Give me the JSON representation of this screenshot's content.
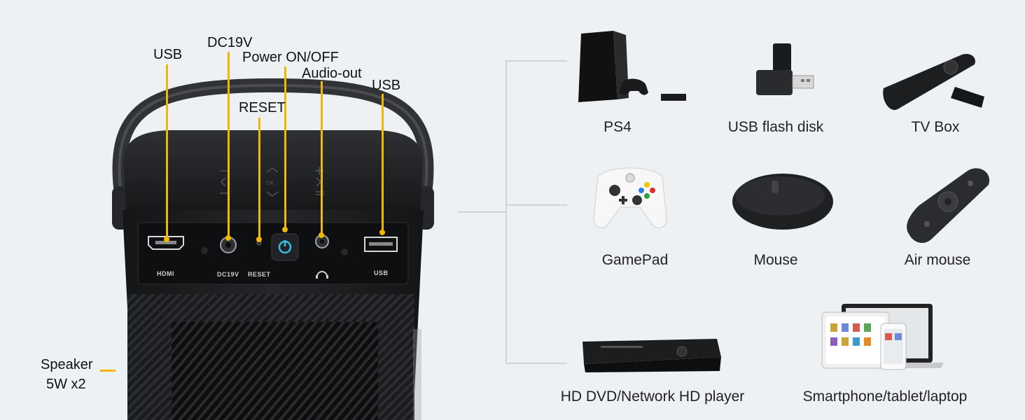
{
  "port_labels": {
    "usb_left": "USB",
    "dc19v": "DC19V",
    "power": "Power ON/OFF",
    "reset": "RESET",
    "audio_out": "Audio-out",
    "usb_right": "USB",
    "speaker_line1": "Speaker",
    "speaker_line2": "5W x2"
  },
  "panel_labels": {
    "hdmi": "HDMI",
    "dc19v": "DC19V",
    "reset": "RESET",
    "usb": "USB",
    "ok": "OK"
  },
  "devices": [
    {
      "label": "PS4",
      "icon": "ps4-console-icon"
    },
    {
      "label": "USB flash disk",
      "icon": "usb-flash-disk-icon"
    },
    {
      "label": "TV Box",
      "icon": "tv-box-icon"
    },
    {
      "label": "GamePad",
      "icon": "gamepad-icon"
    },
    {
      "label": "Mouse",
      "icon": "mouse-icon"
    },
    {
      "label": "Air mouse",
      "icon": "air-mouse-icon"
    },
    {
      "label": "HD DVD/Network HD player",
      "icon": "dvd-player-icon"
    },
    {
      "label": "Smartphone/tablet/laptop",
      "icon": "devices-icon"
    }
  ],
  "colors": {
    "accent": "#f2b705",
    "background": "#eef1f4",
    "projector": "#1b1c1e",
    "power_led": "#33c3e8"
  }
}
